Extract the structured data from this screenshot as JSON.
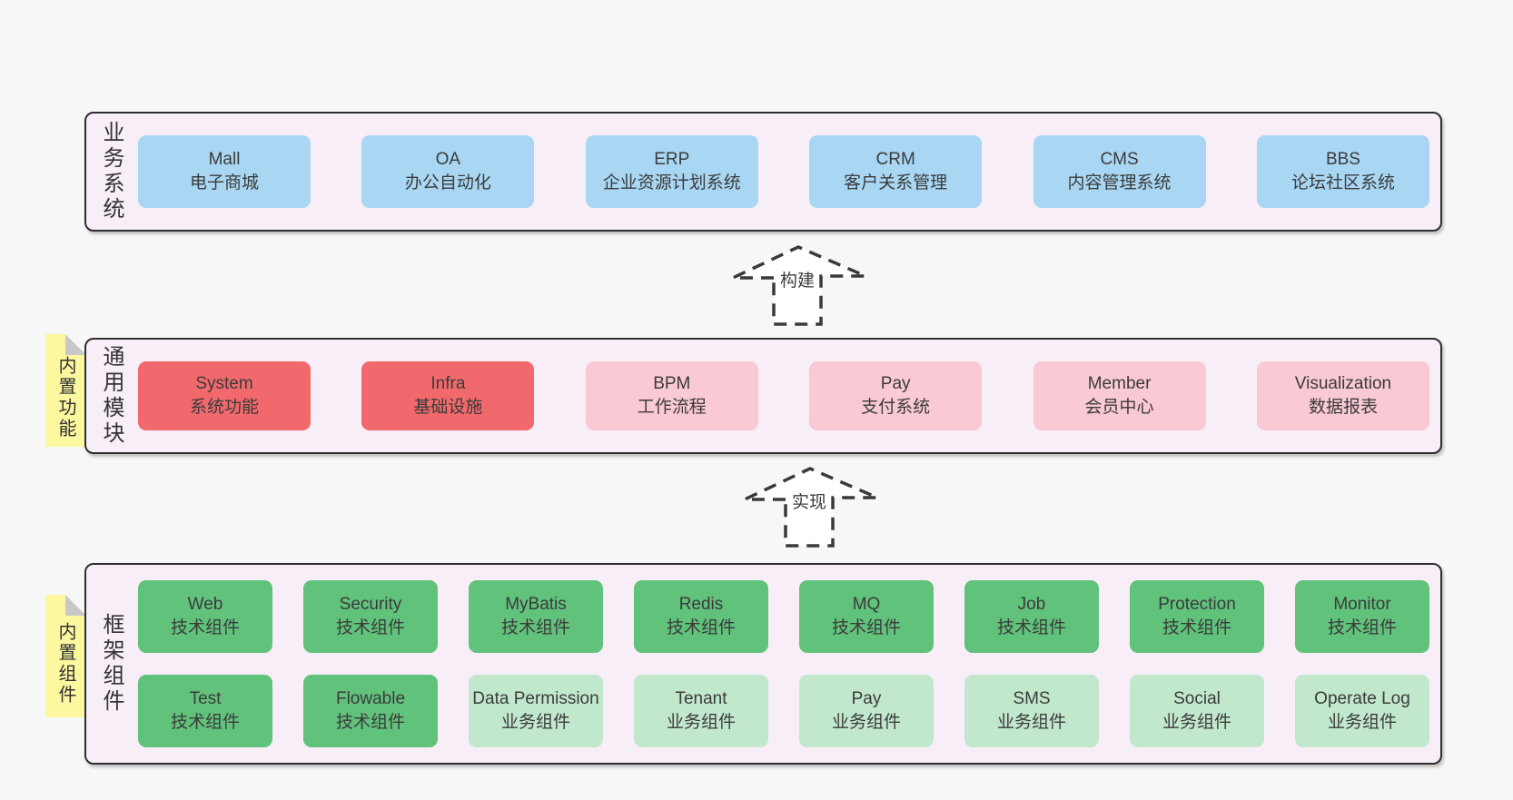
{
  "colors": {
    "page_bg": "#f7f7f7",
    "panel_bg": "#f8eef7",
    "panel_border": "#2e2e2e",
    "blue": "#a9d7f3",
    "red": "#f1696c",
    "pink": "#f9c9d4",
    "green_dark": "#61c27c",
    "green_light": "#c1e8cc",
    "sticky_yellow": "#fbf8a0",
    "fold_gray": "#c8c8c8"
  },
  "arrows": [
    {
      "label": "构建"
    },
    {
      "label": "实现"
    }
  ],
  "sections": [
    {
      "label": "业务系统",
      "boxes": [
        {
          "name": "Mall",
          "desc": "电子商城",
          "variant": "blue"
        },
        {
          "name": "OA",
          "desc": "办公自动化",
          "variant": "blue"
        },
        {
          "name": "ERP",
          "desc": "企业资源计划系统",
          "variant": "blue"
        },
        {
          "name": "CRM",
          "desc": "客户关系管理",
          "variant": "blue"
        },
        {
          "name": "CMS",
          "desc": "内容管理系统",
          "variant": "blue"
        },
        {
          "name": "BBS",
          "desc": "论坛社区系统",
          "variant": "blue"
        }
      ]
    },
    {
      "label": "通用模块",
      "sticky": "内置功能",
      "boxes": [
        {
          "name": "System",
          "desc": "系统功能",
          "variant": "red"
        },
        {
          "name": "Infra",
          "desc": "基础设施",
          "variant": "red"
        },
        {
          "name": "BPM",
          "desc": "工作流程",
          "variant": "pink"
        },
        {
          "name": "Pay",
          "desc": "支付系统",
          "variant": "pink"
        },
        {
          "name": "Member",
          "desc": "会员中心",
          "variant": "pink"
        },
        {
          "name": "Visualization",
          "desc": "数据报表",
          "variant": "pink"
        }
      ]
    },
    {
      "label": "框架组件",
      "sticky": "内置组件",
      "rows": [
        [
          {
            "name": "Web",
            "desc": "技术组件",
            "variant": "green-dark"
          },
          {
            "name": "Security",
            "desc": "技术组件",
            "variant": "green-dark"
          },
          {
            "name": "MyBatis",
            "desc": "技术组件",
            "variant": "green-dark"
          },
          {
            "name": "Redis",
            "desc": "技术组件",
            "variant": "green-dark"
          },
          {
            "name": "MQ",
            "desc": "技术组件",
            "variant": "green-dark"
          },
          {
            "name": "Job",
            "desc": "技术组件",
            "variant": "green-dark"
          },
          {
            "name": "Protection",
            "desc": "技术组件",
            "variant": "green-dark"
          },
          {
            "name": "Monitor",
            "desc": "技术组件",
            "variant": "green-dark"
          }
        ],
        [
          {
            "name": "Test",
            "desc": "技术组件",
            "variant": "green-dark"
          },
          {
            "name": "Flowable",
            "desc": "技术组件",
            "variant": "green-dark"
          },
          {
            "name": "Data Permission",
            "desc": "业务组件",
            "variant": "green-light"
          },
          {
            "name": "Tenant",
            "desc": "业务组件",
            "variant": "green-light"
          },
          {
            "name": "Pay",
            "desc": "业务组件",
            "variant": "green-light"
          },
          {
            "name": "SMS",
            "desc": "业务组件",
            "variant": "green-light"
          },
          {
            "name": "Social",
            "desc": "业务组件",
            "variant": "green-light"
          },
          {
            "name": "Operate Log",
            "desc": "业务组件",
            "variant": "green-light"
          }
        ]
      ]
    }
  ]
}
